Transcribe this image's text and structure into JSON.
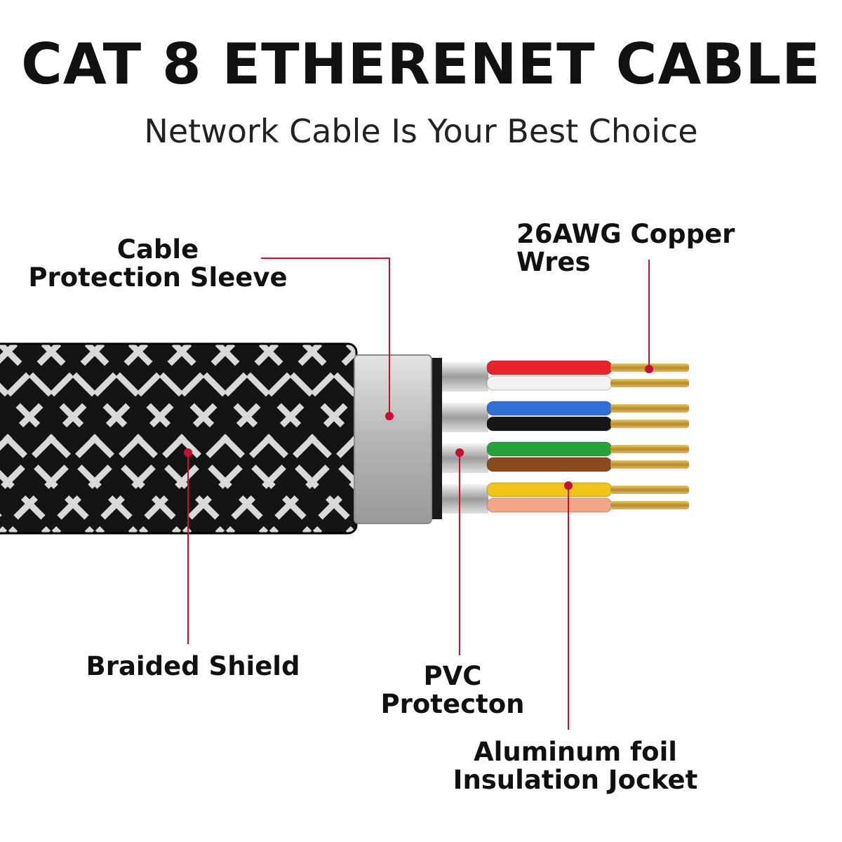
{
  "header": {
    "title": "CAT 8 ETHERENET CABLE",
    "subtitle": "Network Cable Is Your Best Choice"
  },
  "labels": {
    "sleeve": [
      "Cable",
      "Protection Sleeve"
    ],
    "copper": "26AWG Copper Wres",
    "braid": "Braided Shield",
    "pvc": "PVC Protecton",
    "foil": [
      "Aluminum foil",
      "Insulation Jocket"
    ]
  },
  "colors": {
    "accent_line": "#c8102e",
    "braid_dark": "#141414",
    "braid_light": "#d9d9d9",
    "sleeve": "#c9c9c9",
    "copper": "#c9a040",
    "wire_pairs": [
      [
        "#e8232a",
        "#f2f2f2"
      ],
      [
        "#2f6fd6",
        "#161616"
      ],
      [
        "#27a23a",
        "#8a4b1c"
      ],
      [
        "#f0c419",
        "#f2a68a"
      ]
    ]
  }
}
